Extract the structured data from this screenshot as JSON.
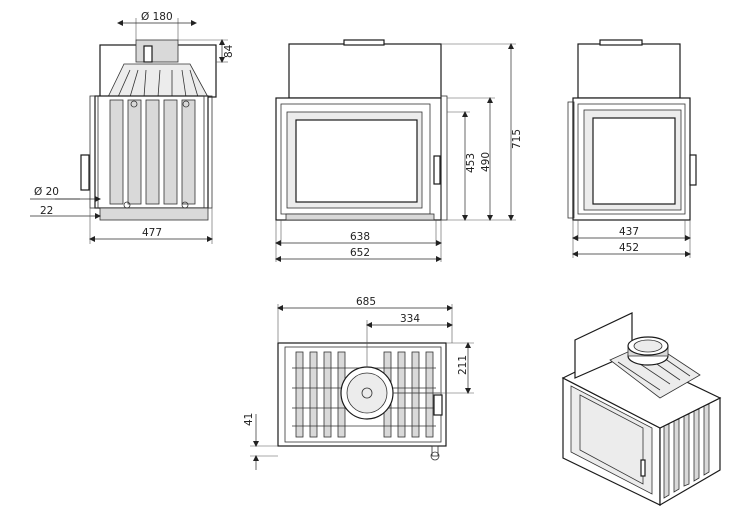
{
  "dimensions": {
    "flue_diameter": "Ø 180",
    "top_height": "84",
    "inlet_diameter": "Ø 20",
    "inlet_offset": "22",
    "side_depth": "477",
    "glass_height": "453",
    "door_height": "490",
    "total_height": "715",
    "door_width": "638",
    "front_width": "652",
    "side_window_width": "437",
    "side_width": "452",
    "top_width": "685",
    "flue_offset_x": "334",
    "flue_offset_y": "211",
    "bottom_offset": "41"
  },
  "colors": {
    "line": "#1a1a1a",
    "metal": "#d9d9d9",
    "background": "#ffffff"
  }
}
